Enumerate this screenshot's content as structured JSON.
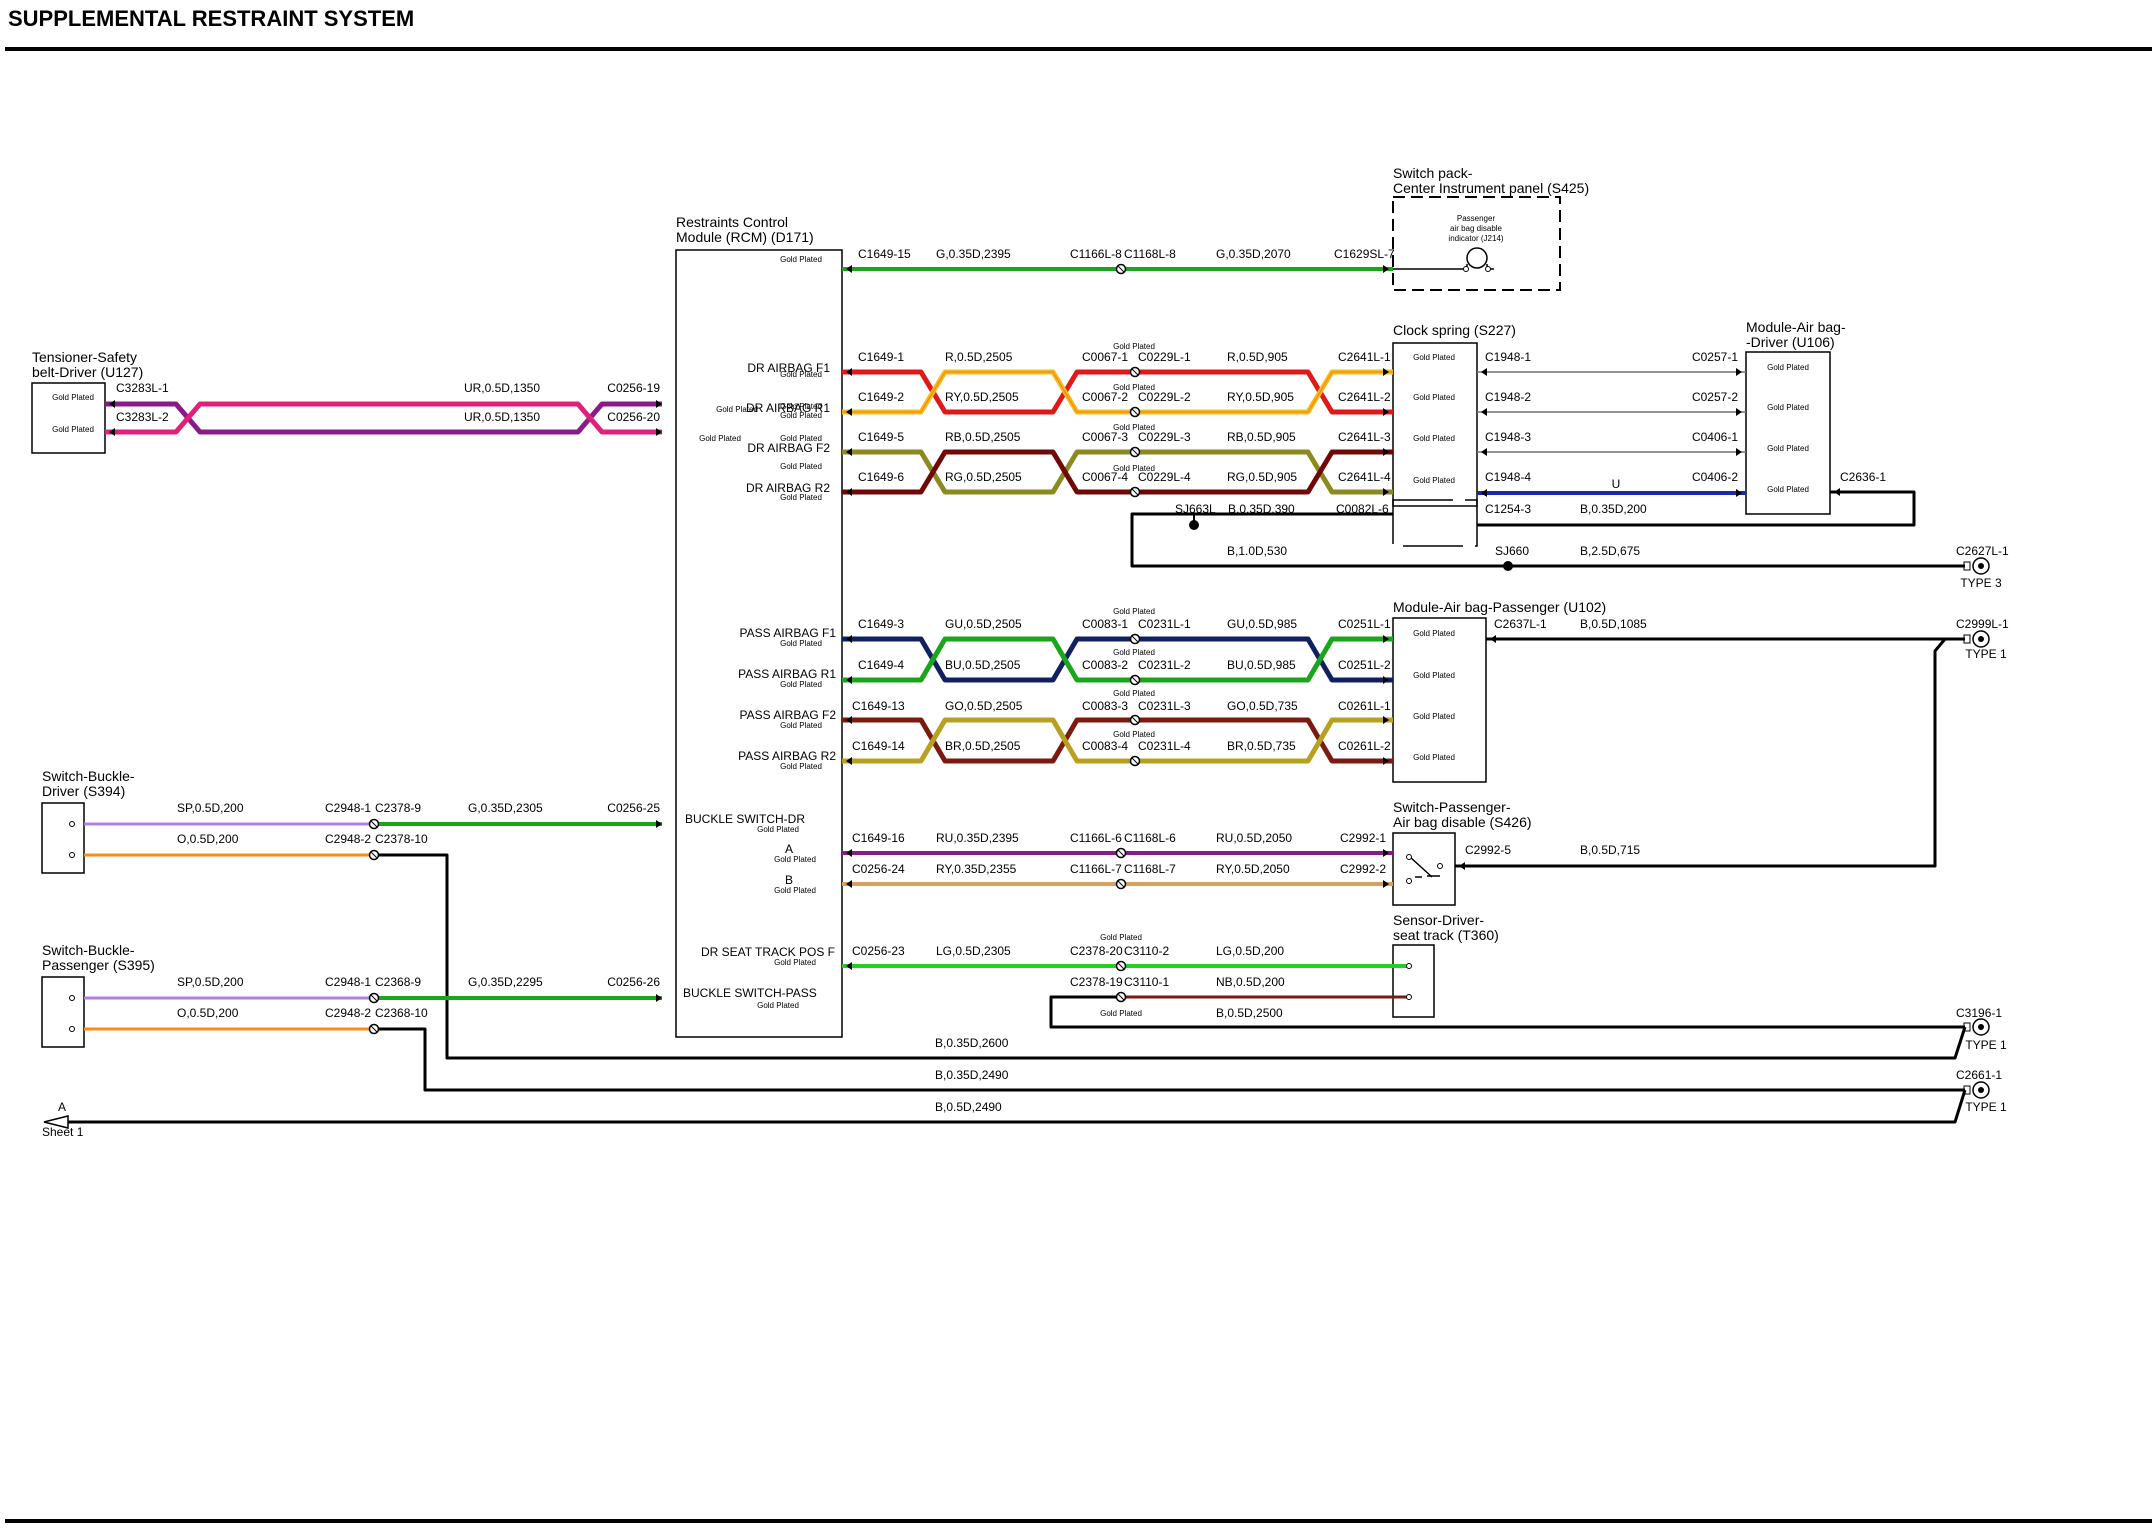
{
  "title": "SUPPLEMENTAL RESTRAINT SYSTEM",
  "components": {
    "tensioner": "Tensioner-Safety|belt-Driver (U127)",
    "rcm": "Restraints Control|Module (RCM) (D171)",
    "switch_pack": "Switch pack-|Center Instrument panel (S425)",
    "indicator": "Passenger|air bag disable|indicator (J214)",
    "clock_spring": "Clock spring (S227)",
    "airbag_driver": "Module-Air bag-|-Driver (U106)",
    "airbag_pass": "Module-Air bag-Passenger (U102)",
    "pass_disable": "Switch-Passenger-|Air bag disable (S426)",
    "seat_track": "Sensor-Driver-|seat track (T360)",
    "buckle_driver": "Switch-Buckle-|Driver (S394)",
    "buckle_pass": "Switch-Buckle-|Passenger (S395)"
  },
  "gold": "Gold Plated",
  "pins": {
    "dr_f1": "DR AIRBAG F1",
    "dr_r1": "DR AIRBAG R1",
    "dr_f2": "DR AIRBAG F2",
    "dr_r2": "DR AIRBAG R2",
    "pa_f1": "PASS AIRBAG F1",
    "pa_r1": "PASS AIRBAG R1",
    "pa_f2": "PASS AIRBAG F2",
    "pa_r2": "PASS AIRBAG R2",
    "bs_dr": "BUCKLE SWITCH-DR",
    "a": "A",
    "b": "B",
    "seat": "DR SEAT TRACK POS F",
    "bs_pass": "BUCKLE SWITCH-PASS"
  },
  "connectors": {
    "c3283l_1": "C3283L-1",
    "c3283l_2": "C3283L-2",
    "c0256_19": "C0256-19",
    "c0256_20": "C0256-20",
    "c1649_15": "C1649-15",
    "c1166l_8": "C1166L-8",
    "c1168l_8": "C1168L-8",
    "c1629sl_7": "C1629SL-7",
    "c1649_1": "C1649-1",
    "c1649_2": "C1649-2",
    "c1649_5": "C1649-5",
    "c1649_6": "C1649-6",
    "c0067_1": "C0067-1",
    "c0067_2": "C0067-2",
    "c0067_3": "C0067-3",
    "c0067_4": "C0067-4",
    "c0229l_1": "C0229L-1",
    "c0229l_2": "C0229L-2",
    "c0229l_3": "C0229L-3",
    "c0229l_4": "C0229L-4",
    "c2641l_1": "C2641L-1",
    "c2641l_2": "C2641L-2",
    "c2641l_3": "C2641L-3",
    "c2641l_4": "C2641L-4",
    "c1948_1": "C1948-1",
    "c1948_2": "C1948-2",
    "c1948_3": "C1948-3",
    "c1948_4": "C1948-4",
    "c0257_1": "C0257-1",
    "c0257_2": "C0257-2",
    "c0406_1": "C0406-1",
    "c0406_2": "C0406-2",
    "c2636_1": "C2636-1",
    "sj663l": "SJ663L",
    "c0082l_6": "C0082L-6",
    "c1254_3": "C1254-3",
    "sj660": "SJ660",
    "c2627l_1": "C2627L-1",
    "c1649_3": "C1649-3",
    "c1649_4": "C1649-4",
    "c1649_13": "C1649-13",
    "c1649_14": "C1649-14",
    "c0083_1": "C0083-1",
    "c0083_2": "C0083-2",
    "c0083_3": "C0083-3",
    "c0083_4": "C0083-4",
    "c0231l_1": "C0231L-1",
    "c0231l_2": "C0231L-2",
    "c0231l_3": "C0231L-3",
    "c0231l_4": "C0231L-4",
    "c0251l_1": "C0251L-1",
    "c0251l_2": "C0251L-2",
    "c0261l_1": "C0261L-1",
    "c0261l_2": "C0261L-2",
    "c2637l_1": "C2637L-1",
    "c2999l_1": "C2999L-1",
    "c2948_1": "C2948-1",
    "c2948_2": "C2948-2",
    "c2378_9": "C2378-9",
    "c2378_10": "C2378-10",
    "c0256_25": "C0256-25",
    "c2368_9": "C2368-9",
    "c2368_10": "C2368-10",
    "c0256_26": "C0256-26",
    "c1649_16": "C1649-16",
    "c1166l_6": "C1166L-6",
    "c1168l_6": "C1168L-6",
    "c2992_1": "C2992-1",
    "c0256_24": "C0256-24",
    "c1166l_7": "C1166L-7",
    "c1168l_7": "C1168L-7",
    "c2992_2": "C2992-2",
    "c2992_5": "C2992-5",
    "c0256_23": "C0256-23",
    "c2378_20": "C2378-20",
    "c3110_2": "C3110-2",
    "c2378_19": "C2378-19",
    "c3110_1": "C3110-1",
    "c3196_1": "C3196-1",
    "c2661_1": "C2661-1"
  },
  "wires": {
    "ur_1350": "UR,0.5D,1350",
    "g_2395": "G,0.35D,2395",
    "g_2070": "G,0.35D,2070",
    "r_2505": "R,0.5D,2505",
    "r_905": "R,0.5D,905",
    "ry_2505": "RY,0.5D,2505",
    "ry_905": "RY,0.5D,905",
    "rb_2505": "RB,0.5D,2505",
    "rb_905": "RB,0.5D,905",
    "rg_2505": "RG,0.5D,2505",
    "rg_905": "RG,0.5D,905",
    "u": "U",
    "b_390": "B,0.35D,390",
    "b_200": "B,0.35D,200",
    "b_530": "B,1.0D,530",
    "b_675": "B,2.5D,675",
    "gu_2505": "GU,0.5D,2505",
    "gu_985": "GU,0.5D,985",
    "bu_2505": "BU,0.5D,2505",
    "bu_985": "BU,0.5D,985",
    "go_2505": "GO,0.5D,2505",
    "go_735": "GO,0.5D,735",
    "br_2505": "BR,0.5D,2505",
    "br_735": "BR,0.5D,735",
    "b_1085": "B,0.5D,1085",
    "sp_200": "SP,0.5D,200",
    "o_200": "O,0.5D,200",
    "g_2305": "G,0.35D,2305",
    "g_2295": "G,0.35D,2295",
    "ru_2395": "RU,0.35D,2395",
    "ru_2050": "RU,0.5D,2050",
    "ry_2355": "RY,0.35D,2355",
    "ry_2050": "RY,0.5D,2050",
    "b_715": "B,0.5D,715",
    "lg_2305": "LG,0.5D,2305",
    "lg_200": "LG,0.5D,200",
    "nb_200": "NB,0.5D,200",
    "b_2500": "B,0.5D,2500",
    "b_2600": "B,0.35D,2600",
    "b_2490a": "B,0.35D,2490",
    "b_2490b": "B,0.5D,2490"
  },
  "grounds": {
    "type3": "TYPE 3",
    "type1": "TYPE 1"
  },
  "sheet_ref": {
    "letter": "A",
    "sheet": "Sheet 1"
  },
  "colors": {
    "green": "#1aa51a",
    "light_green": "#22d022",
    "red": "#e01818",
    "yellow": "#f0c020",
    "orange": "#ff8a10",
    "purple": "#8a1a8a",
    "pink": "#e0207a",
    "violet": "#b080e0",
    "blue": "#1a2ab0",
    "dark_blue": "#102060",
    "olive": "#8a8a20",
    "brown": "#7a1a10",
    "tan": "#d8a060",
    "gold": "#b8a020",
    "dark_red": "#700808",
    "gray": "#707070",
    "black": "#000000"
  }
}
